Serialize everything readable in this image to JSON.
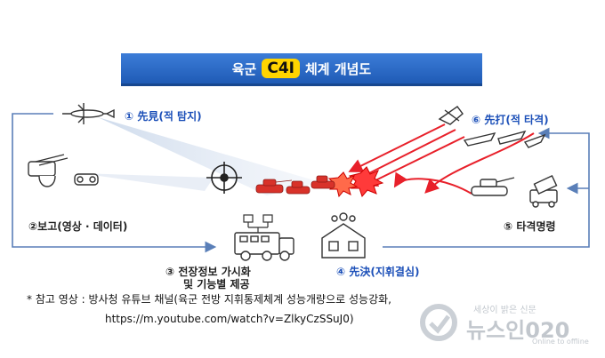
{
  "banner": {
    "prefix": "육군",
    "logo": "C4I",
    "suffix": "체계 개념도"
  },
  "steps": [
    {
      "num": "①",
      "text": "先見(적 탐지)"
    },
    {
      "num": "②",
      "text": "보고(영상 · 데이터)"
    },
    {
      "num": "③",
      "text": "전장정보 가시화"
    },
    {
      "num": "",
      "text": "및 기능별 제공"
    },
    {
      "num": "④",
      "text": "先決(지휘결심)"
    },
    {
      "num": "⑤",
      "text": "타격명령"
    },
    {
      "num": "⑥",
      "text": "先打(적 타격)"
    }
  ],
  "note": {
    "line1": "* 참고 영상 : 방사청 유튜브 채널(육군 전방 지휘통제체계 성능개량으로 성능강화,",
    "line2": "https://m.youtube.com/watch?v=ZlkyCzSSuJ0)"
  },
  "watermark": {
    "brand": "뉴스인020",
    "tagline_ko": "세상이 밝은 신문",
    "tagline_en": "Online to offline"
  },
  "colors": {
    "accent": "#1b4fb8",
    "banner": "#2563c4",
    "logo_bg": "#ffd400",
    "fire": "#e8202a",
    "arrow": "#5a7fb8"
  }
}
